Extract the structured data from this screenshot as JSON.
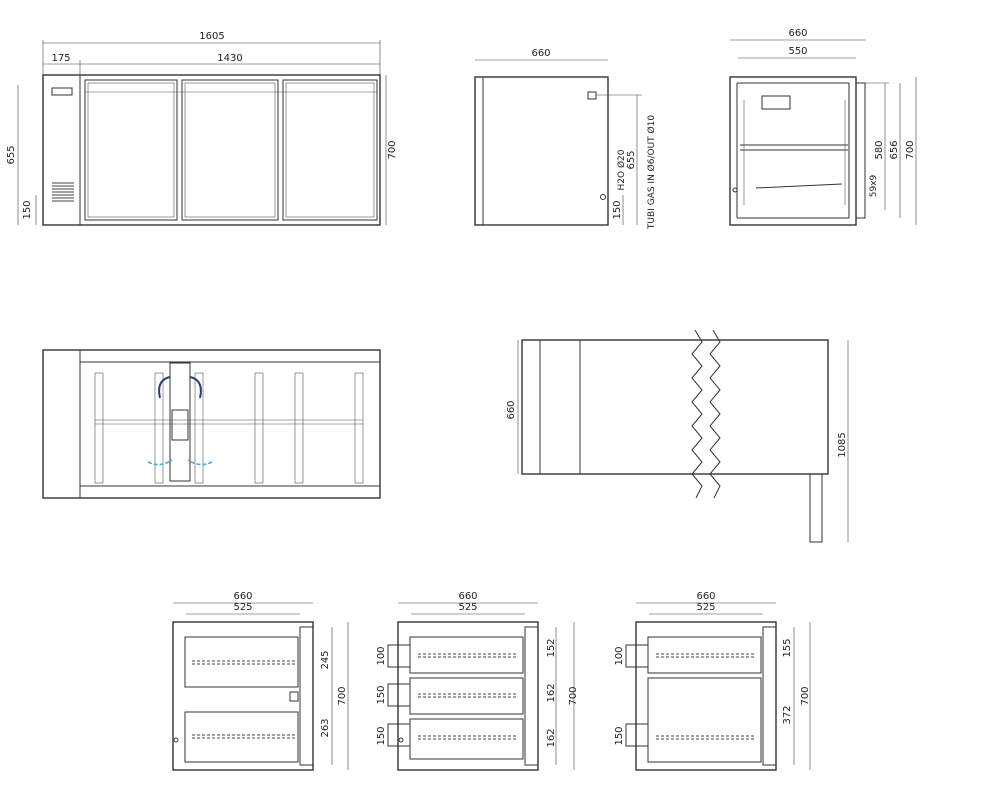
{
  "colors": {
    "line": "#333333",
    "airflow_warm": "#2a3b6e",
    "airflow_cold": "#4aa8d8",
    "background": "#ffffff"
  },
  "front_view": {
    "overall_width": "1605",
    "control_panel_width": "175",
    "door_section_width": "1430",
    "height": "700",
    "body_height": "655",
    "base_height": "150"
  },
  "side_view": {
    "depth": "660",
    "height": "655",
    "base_height": "150",
    "water_pipe": "H2O Ø20",
    "gas_pipes": "TUBI GAS IN Ø6/OUT Ø10"
  },
  "section_view": {
    "depth": "660",
    "inner_depth": "550",
    "inner_height": "580",
    "mid_height": "656",
    "height": "700",
    "slot": "59x9"
  },
  "plan_view": {
    "depth": "660",
    "length": "1085"
  },
  "drawer_configs": [
    {
      "depth": "660",
      "inner": "525",
      "height": "700",
      "heights": [
        "245",
        "263"
      ],
      "left_marks": []
    },
    {
      "depth": "660",
      "inner": "525",
      "height": "700",
      "heights": [
        "152",
        "162",
        "162"
      ],
      "left_marks": [
        "100",
        "150",
        "150"
      ]
    },
    {
      "depth": "660",
      "inner": "525",
      "height": "700",
      "heights": [
        "155",
        "372"
      ],
      "left_marks": [
        "100",
        "150"
      ]
    }
  ]
}
